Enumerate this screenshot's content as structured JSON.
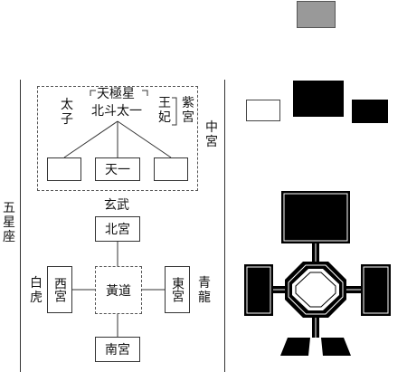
{
  "five_constellations": "五星座",
  "central_palace": {
    "label": "中宮",
    "purple_palace": "紫宮",
    "celestial_pole": "天極星",
    "north_dipper_taiyi": "北斗太一",
    "crown_prince": "太子",
    "king_consort": "王妃",
    "tianyi": "天一"
  },
  "north": {
    "guardian": "玄武",
    "palace": "北宮"
  },
  "west": {
    "guardian": "白虎",
    "palace": "西宮"
  },
  "east": {
    "guardian": "青龍",
    "palace": "東宮"
  },
  "south": {
    "palace": "南宮"
  },
  "center": {
    "ecliptic": "黃道"
  },
  "colors": {
    "gray_block": "#999999",
    "black": "#000000",
    "line": "#333333"
  }
}
